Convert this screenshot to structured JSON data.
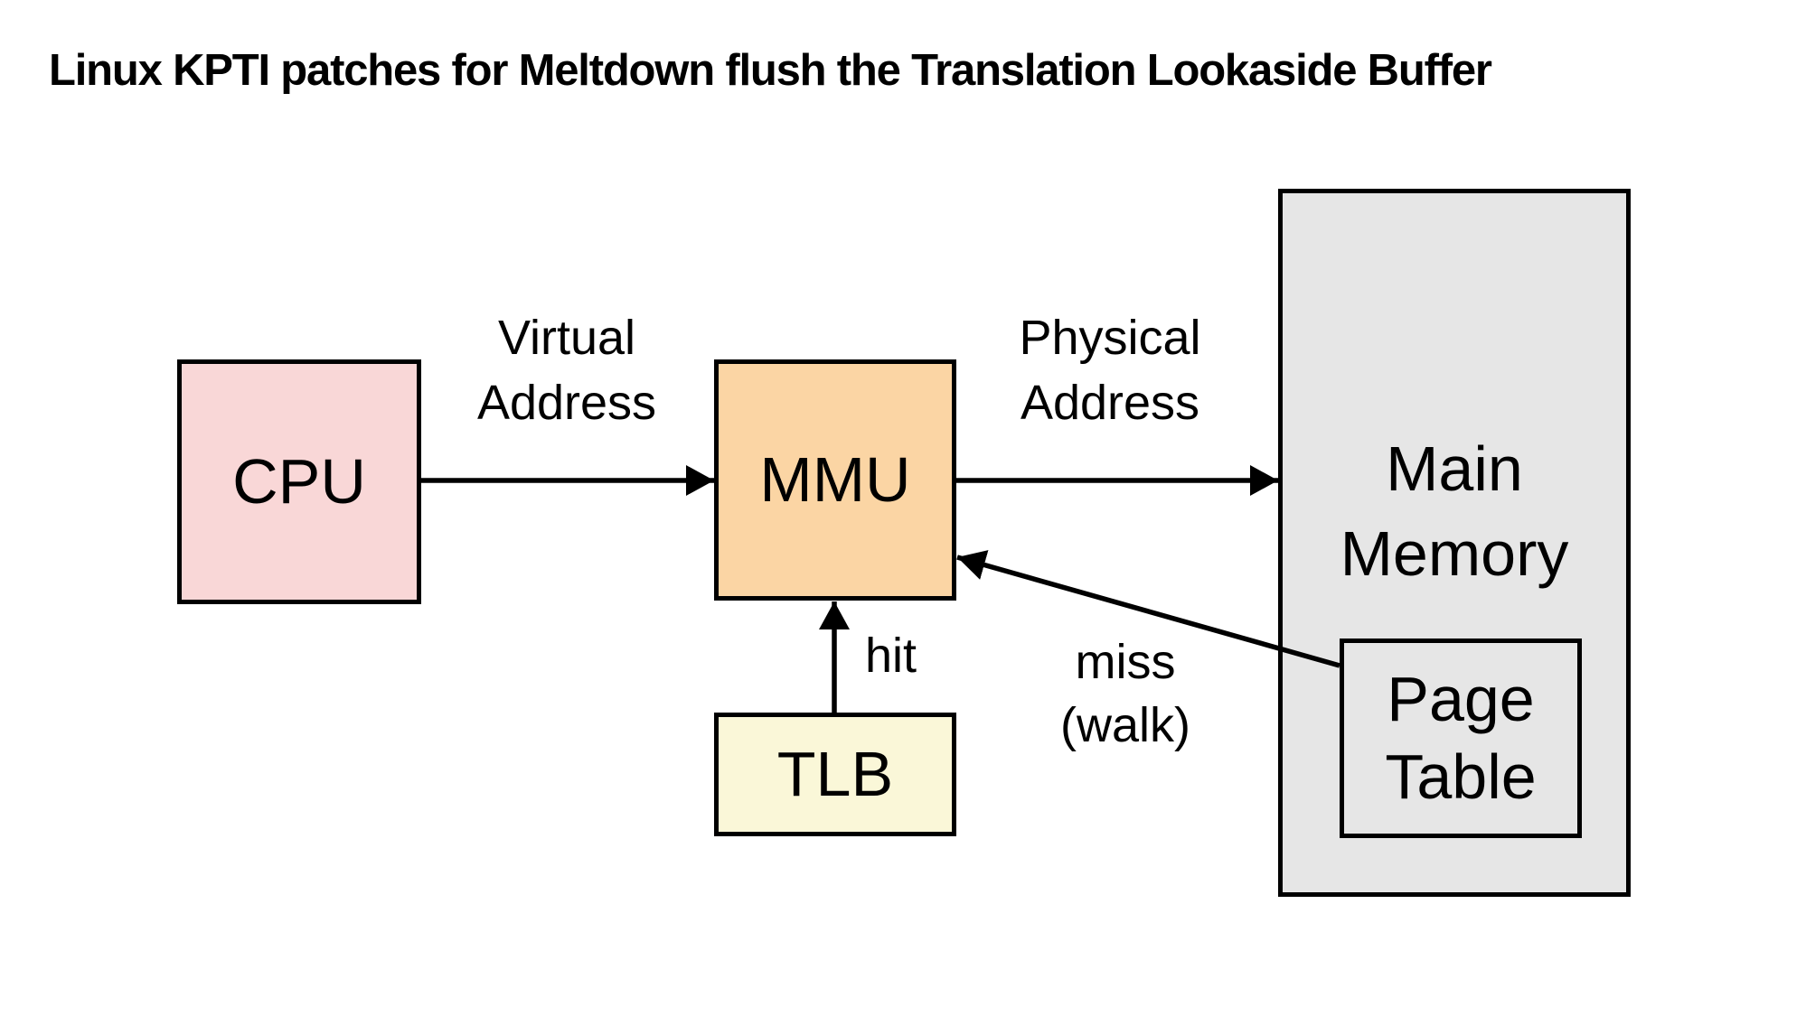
{
  "title": "Linux KPTI patches for Meltdown flush the Translation Lookaside Buffer",
  "colors": {
    "background": "#FFFFFF",
    "stroke": "#000000",
    "cpu_fill": "#F9D7D7",
    "mmu_fill": "#FBD5A4",
    "tlb_fill": "#FAF7D8",
    "main_memory_fill": "#E6E6E6",
    "page_table_fill": "#E6E6E6"
  },
  "nodes": {
    "cpu": {
      "label": "CPU"
    },
    "mmu": {
      "label": "MMU"
    },
    "tlb": {
      "label": "TLB"
    },
    "main_memory": {
      "label": "Main Memory"
    },
    "page_table": {
      "label": "Page Table"
    }
  },
  "edges": {
    "virtual_address": {
      "label": "Virtual Address",
      "from": "CPU",
      "to": "MMU"
    },
    "physical_address": {
      "label": "Physical Address",
      "from": "MMU",
      "to": "Main Memory"
    },
    "hit": {
      "label": "hit",
      "from": "TLB",
      "to": "MMU"
    },
    "miss": {
      "label": "miss (walk)",
      "from": "Page Table",
      "to": "MMU"
    }
  }
}
